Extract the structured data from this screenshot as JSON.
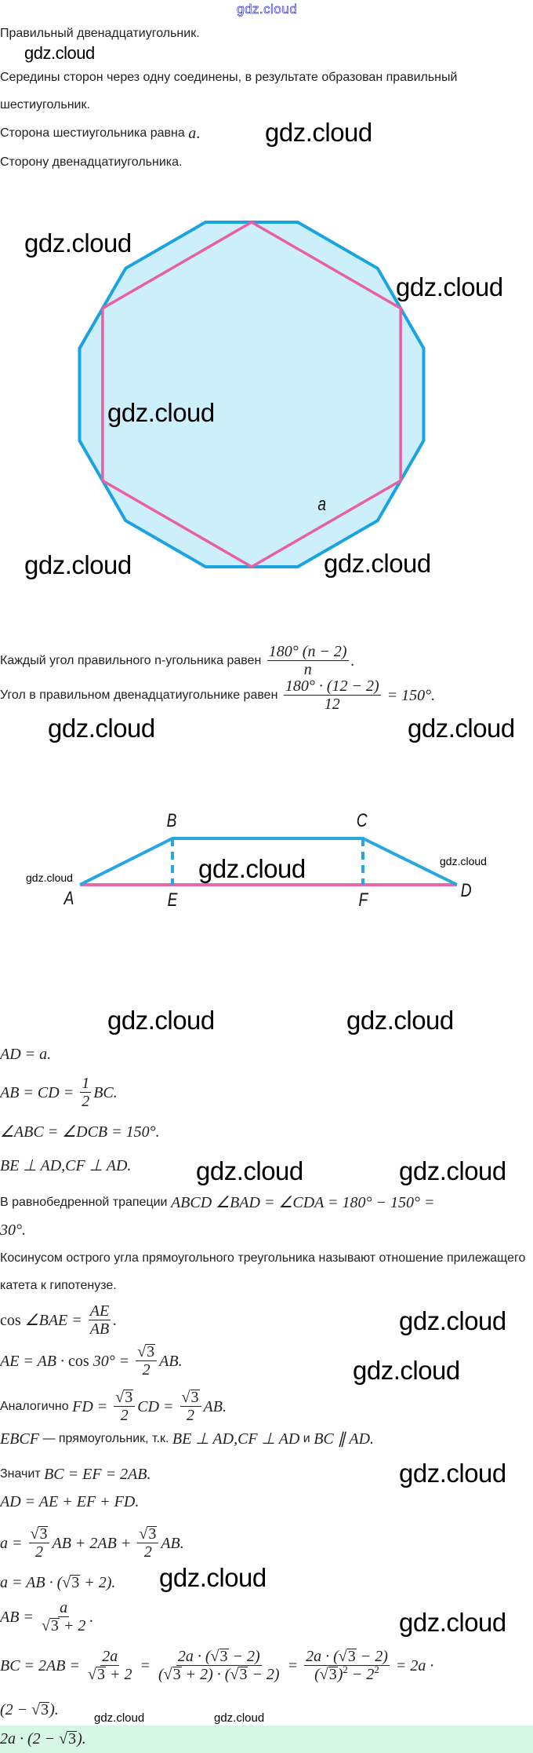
{
  "watermark": "gdz.cloud",
  "intro": {
    "title": "Правильный двенадцатиугольник.",
    "given": "Середины сторон через одну соединены, в результате образован правильный шестиугольник.",
    "side_prefix": "Сторона шестиугольника равна ",
    "side_var": "a",
    "side_suffix": ".",
    "find": "Сторону двенадцатиугольника."
  },
  "figure1": {
    "side_label": "a",
    "colors": {
      "dodecagon_stroke": "#1aa3e0",
      "dodecagon_fill": "#cdeefb",
      "hexagon_stroke": "#e8609f"
    }
  },
  "figure2": {
    "labels": {
      "A": "A",
      "B": "B",
      "C": "C",
      "D": "D",
      "E": "E",
      "F": "F"
    },
    "colors": {
      "trapezoid": "#27a6e0",
      "base": "#e867a8"
    }
  },
  "solution": {
    "angle_general": [
      {
        "r": "Каждый угол правильного n-угольника равен "
      },
      {
        "frac": [
          [
            {
              "m": "180° (n − 2)"
            }
          ],
          [
            {
              "m": "n"
            }
          ]
        ]
      },
      {
        "m": "."
      }
    ],
    "angle_12": [
      {
        "r": "Угол в правильном двенадцатиугольнике равен "
      },
      {
        "frac": [
          [
            {
              "m": "180° · (12 − 2)"
            }
          ],
          [
            {
              "m": "12"
            }
          ]
        ]
      },
      {
        "m": " = 150°."
      }
    ],
    "ad": [
      {
        "m": "AD = a."
      }
    ],
    "ab": [
      {
        "m": "AB = CD = "
      },
      {
        "frac": [
          [
            {
              "m": "1"
            }
          ],
          [
            {
              "m": "2"
            }
          ]
        ]
      },
      {
        "m": "BC."
      }
    ],
    "angles": [
      {
        "m": "∠ABC = ∠DCB = 150°."
      }
    ],
    "perp": [
      {
        "m": "BE ⊥ AD,CF ⊥ AD."
      }
    ],
    "trap1": [
      {
        "r": "В равнобедренной трапеции "
      },
      {
        "m": "ABCD ∠BAD = ∠CDA = 180° − 150° ="
      }
    ],
    "trap2": [
      {
        "m": "30°."
      }
    ],
    "cos_def": "Косинусом острого угла прямоугольного треугольника называют отношение прилежащего катета к гипотенузе.",
    "cos": [
      {
        "u": "cos "
      },
      {
        "m": "∠BAE = "
      },
      {
        "frac": [
          [
            {
              "m": "AE"
            }
          ],
          [
            {
              "m": "AB"
            }
          ]
        ]
      },
      {
        "m": "."
      }
    ],
    "ae": [
      {
        "m": "AE = AB · "
      },
      {
        "u": "cos "
      },
      {
        "m": "30° = "
      },
      {
        "frac": [
          [
            {
              "sqrt": "3"
            }
          ],
          [
            {
              "m": "2"
            }
          ]
        ]
      },
      {
        "m": "AB."
      }
    ],
    "fd": [
      {
        "r": "Аналогично "
      },
      {
        "m": "FD = "
      },
      {
        "frac": [
          [
            {
              "sqrt": "3"
            }
          ],
          [
            {
              "m": "2"
            }
          ]
        ]
      },
      {
        "m": "CD = "
      },
      {
        "frac": [
          [
            {
              "sqrt": "3"
            }
          ],
          [
            {
              "m": "2"
            }
          ]
        ]
      },
      {
        "m": "AB."
      }
    ],
    "ebcf": [
      {
        "m": "EBCF"
      },
      {
        "r": " — прямоугольник, т.к. "
      },
      {
        "m": "BE ⊥ AD,CF ⊥ AD"
      },
      {
        "r": " и "
      },
      {
        "m": "BC ∥ AD."
      }
    ],
    "bc_ef": [
      {
        "r": "Значит "
      },
      {
        "m": "BC = EF = 2AB."
      }
    ],
    "ad_sum": [
      {
        "m": "AD = AE + EF + FD."
      }
    ],
    "a_sum": [
      {
        "m": "a = "
      },
      {
        "frac": [
          [
            {
              "sqrt": "3"
            }
          ],
          [
            {
              "m": "2"
            }
          ]
        ]
      },
      {
        "m": "AB + 2AB + "
      },
      {
        "frac": [
          [
            {
              "sqrt": "3"
            }
          ],
          [
            {
              "m": "2"
            }
          ]
        ]
      },
      {
        "m": "AB."
      }
    ],
    "a_fact": [
      {
        "m": "a = AB · ("
      },
      {
        "sqrt": "3"
      },
      {
        "m": " + 2)."
      }
    ],
    "ab_res": [
      {
        "m": "AB = "
      },
      {
        "frac": [
          [
            {
              "m": "a"
            }
          ],
          [
            {
              "sqrt": "3"
            },
            {
              "m": " + 2"
            }
          ]
        ]
      },
      {
        "m": "."
      }
    ],
    "bc1": [
      {
        "m": "BC = 2AB = "
      },
      {
        "frac": [
          [
            {
              "m": "2a"
            }
          ],
          [
            {
              "sqrt": "3"
            },
            {
              "m": " + 2"
            }
          ]
        ]
      },
      {
        "m": " = "
      },
      {
        "frac": [
          [
            {
              "m": "2a · ("
            },
            {
              "sqrt": "3"
            },
            {
              "m": " − 2)"
            }
          ],
          [
            {
              "m": "("
            },
            {
              "sqrt": "3"
            },
            {
              "m": " + 2) · ("
            },
            {
              "sqrt": "3"
            },
            {
              "m": " − 2)"
            }
          ]
        ]
      },
      {
        "m": " = "
      },
      {
        "frac": [
          [
            {
              "m": "2a · ("
            },
            {
              "sqrt": "3"
            },
            {
              "m": " − 2)"
            }
          ],
          [
            {
              "m": "("
            },
            {
              "sqrt": "3"
            },
            {
              "m": ")"
            },
            {
              "sup": "2"
            },
            {
              "m": " − 2"
            },
            {
              "sup": "2"
            }
          ]
        ]
      },
      {
        "m": " = 2a ·"
      }
    ],
    "bc2": [
      {
        "m": "(2 − "
      },
      {
        "sqrt": "3"
      },
      {
        "m": ")."
      }
    ],
    "answer": [
      {
        "m": "2a · (2 − "
      },
      {
        "sqrt": "3"
      },
      {
        "m": ")."
      }
    ]
  }
}
